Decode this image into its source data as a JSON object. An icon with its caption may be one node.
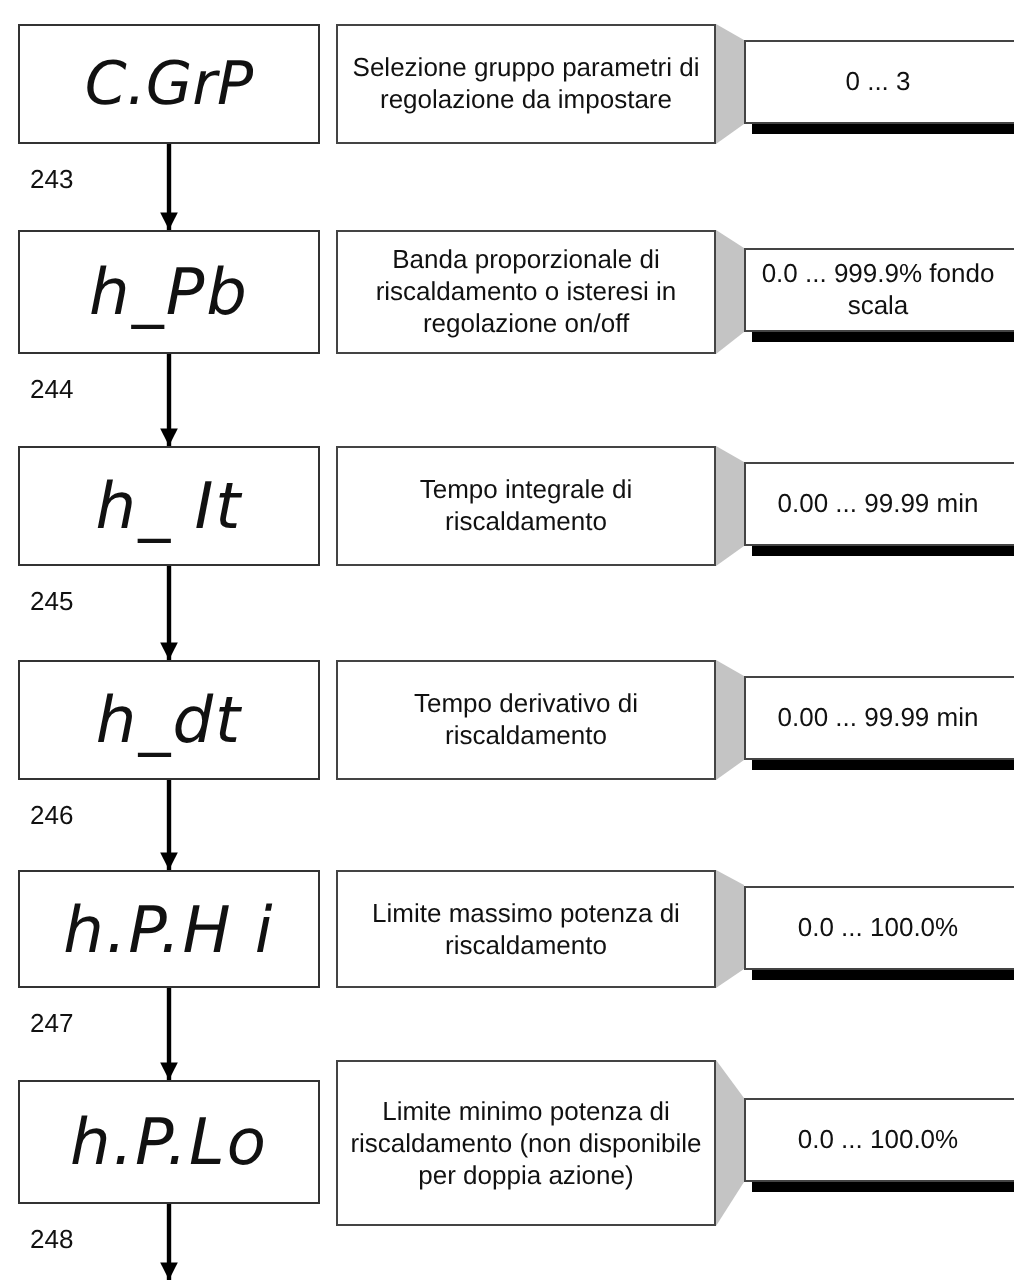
{
  "diagram": {
    "nodes": [
      {
        "text": [
          "C.GrP"
        ],
        "beside": [
          "243"
        ]
      },
      {
        "text": [
          "Selezione gruppo parametri di regolazione da impostare"
        ]
      },
      {
        "text": [],
        "shape": "wedge"
      },
      {
        "text": [
          "0 ... 3"
        ]
      },
      {
        "text": [
          "h_Pb"
        ],
        "beside": [
          "244"
        ]
      },
      {
        "text": [
          "Banda proporzionale di riscaldamento o isteresi in regolazione on/off"
        ]
      },
      {
        "text": [],
        "shape": "wedge"
      },
      {
        "text": [
          "0.0 ... 999.9% fondo scala"
        ]
      },
      {
        "text": [
          "h_ It"
        ],
        "beside": [
          "245"
        ]
      },
      {
        "text": [
          "Tempo integrale di riscaldamento"
        ]
      },
      {
        "text": [],
        "shape": "wedge"
      },
      {
        "text": [
          "0.00 ... 99.99 min"
        ]
      },
      {
        "text": [
          "h_dt"
        ],
        "beside": [
          "246"
        ]
      },
      {
        "text": [
          "Tempo derivativo di riscaldamento"
        ]
      },
      {
        "text": [],
        "shape": "wedge"
      },
      {
        "text": [
          "0.00 ... 99.99 min"
        ]
      },
      {
        "text": [
          "h.P.H i"
        ],
        "beside": [
          "247"
        ]
      },
      {
        "text": [
          "Limite massimo potenza di riscaldamento"
        ]
      },
      {
        "text": [],
        "shape": "wedge"
      },
      {
        "text": [
          "0.0 ... 100.0%"
        ]
      },
      {
        "text": [
          "h.P.Lo"
        ],
        "beside": [
          "248"
        ]
      },
      {
        "text": [
          "Limite minimo potenza di riscaldamento (non disponibile per doppia azione)"
        ]
      },
      {
        "text": [],
        "shape": "wedge"
      },
      {
        "text": [
          "0.0 ... 100.0%"
        ]
      }
    ],
    "edges": [
      {
        "from": 0,
        "to": 4,
        "arrow": "to"
      },
      {
        "from": 4,
        "to": 8,
        "arrow": "to"
      },
      {
        "from": 8,
        "to": 12,
        "arrow": "to"
      },
      {
        "from": 12,
        "to": 16,
        "arrow": "to"
      },
      {
        "from": 16,
        "to": 20,
        "arrow": "to"
      },
      {
        "from": 20,
        "to": null,
        "arrow": "to"
      }
    ]
  }
}
